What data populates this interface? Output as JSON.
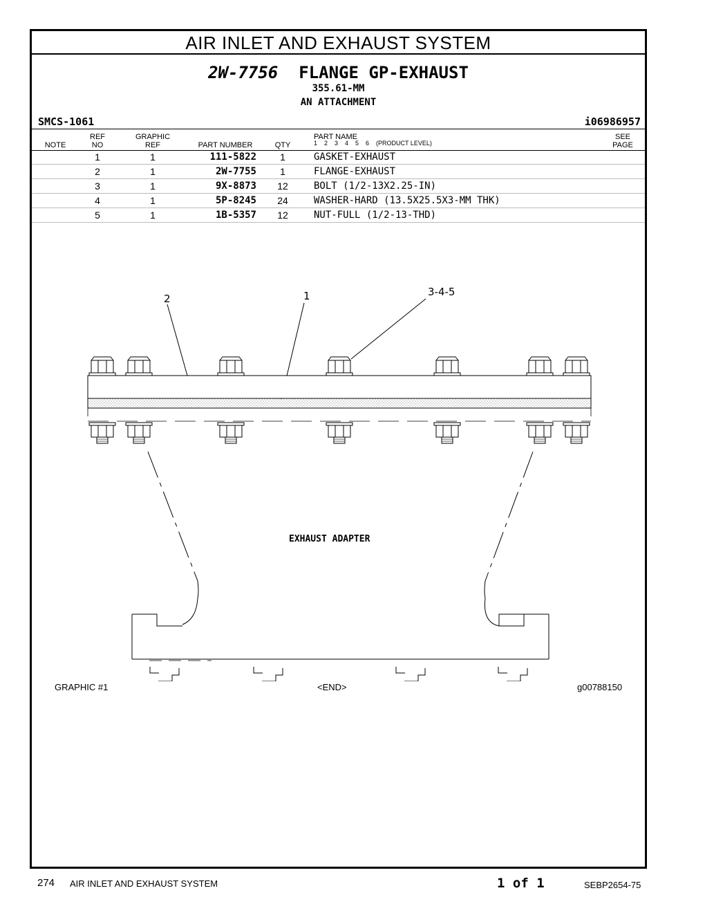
{
  "header": {
    "section_title": "AIR INLET AND EXHAUST SYSTEM",
    "group_part_number": "2W-7756",
    "group_name": "FLANGE GP-EXHAUST",
    "size": "355.61-MM",
    "note": "AN ATTACHMENT",
    "smcs": "SMCS-1061",
    "illustration_id": "i06986957"
  },
  "table": {
    "headers": {
      "note": "NOTE",
      "ref_no_1": "REF",
      "ref_no_2": "NO",
      "graphic_ref_1": "GRAPHIC",
      "graphic_ref_2": "REF",
      "part_number": "PART NUMBER",
      "qty": "QTY",
      "part_name": "PART NAME",
      "levels": "1    2    3    4    5    6    (PRODUCT LEVEL)",
      "see_page_1": "SEE",
      "see_page_2": "PAGE"
    },
    "rows": [
      {
        "ref": "1",
        "graphic": "1",
        "part_number": "111-5822",
        "qty": "1",
        "name": "GASKET-EXHAUST"
      },
      {
        "ref": "2",
        "graphic": "1",
        "part_number": "2W-7755",
        "qty": "1",
        "name": "FLANGE-EXHAUST"
      },
      {
        "ref": "3",
        "graphic": "1",
        "part_number": "9X-8873",
        "qty": "12",
        "name": "BOLT (1/2-13X2.25-IN)"
      },
      {
        "ref": "4",
        "graphic": "1",
        "part_number": "5P-8245",
        "qty": "24",
        "name": "WASHER-HARD (13.5X25.5X3-MM THK)"
      },
      {
        "ref": "5",
        "graphic": "1",
        "part_number": "1B-5357",
        "qty": "12",
        "name": "NUT-FULL (1/2-13-THD)"
      }
    ]
  },
  "drawing": {
    "callout_2": "2",
    "callout_1": "1",
    "callout_345": "3-4-5",
    "adapter_label": "EXHAUST ADAPTER"
  },
  "captions": {
    "graphic": "GRAPHIC #1",
    "end": "<END>",
    "graphic_id": "g00788150"
  },
  "footer": {
    "page": "274",
    "section": "AIR INLET AND EXHAUST SYSTEM",
    "page_of": "1 of 1",
    "doc": "SEBP2654-75"
  }
}
